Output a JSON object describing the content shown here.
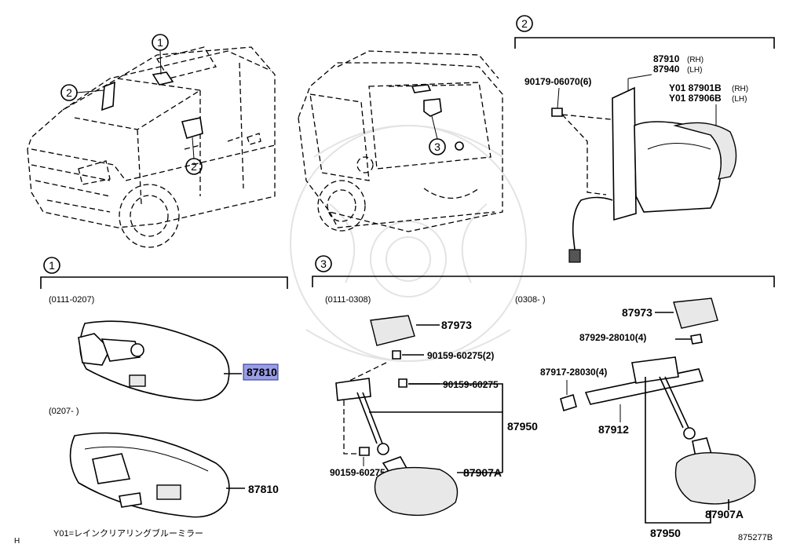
{
  "callouts": {
    "c1": "1",
    "c2": "2",
    "c3": "3"
  },
  "dates": {
    "s1_a": "(0111-0207)",
    "s1_b": "(0207-        )",
    "s3_a": "(0111-0308)",
    "s3_b": "(0308-        )"
  },
  "parts": {
    "p87810_top": "87810",
    "p87810_bottom": "87810",
    "p87910": "87910",
    "rh": "(RH)",
    "p87940": "87940",
    "lh": "(LH)",
    "p87901b": "Y01 87901B",
    "p87901b_side": "(RH)",
    "p87906b": "Y01 87906B",
    "p87906b_side": "(LH)",
    "p90179": "90179-06070(6)",
    "p87973_left": "87973",
    "p87973_right": "87973",
    "p90159_a": "90159-60275(2)",
    "p90159_b": "90159-60275",
    "p90159_c": "90159-60275",
    "p87950_left": "87950",
    "p87950_right": "87950",
    "p87907a_left": "87907A",
    "p87907a_right": "87907A",
    "p87929": "87929-28010(4)",
    "p87917": "87917-28030(4)",
    "p87912": "87912"
  },
  "footer": {
    "note": "Y01=レインクリアリングブルーミラー",
    "code": "875277B",
    "corner": "H"
  },
  "highlight_color": "#9a9ee6"
}
